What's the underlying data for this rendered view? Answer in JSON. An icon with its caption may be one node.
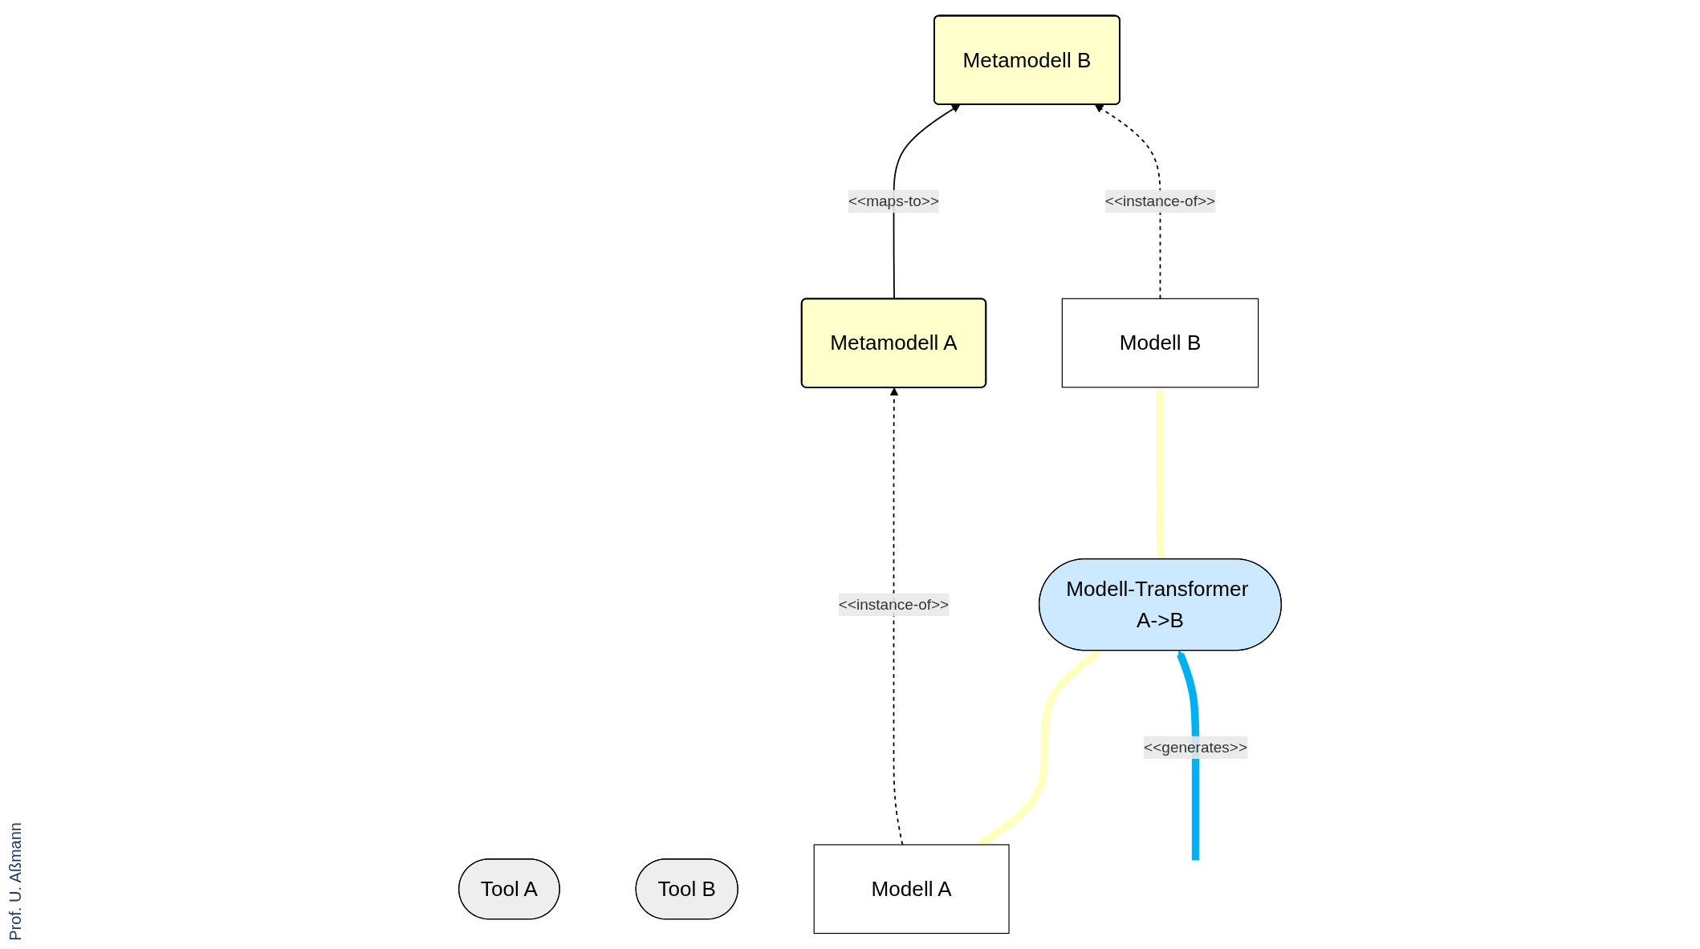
{
  "diagram": {
    "nodes": [
      {
        "text": [
          "Metamodell A"
        ]
      },
      {
        "text": [
          "Metamodell B"
        ]
      },
      {
        "text": [
          "Tool A"
        ]
      },
      {
        "text": [
          "Modell-Transformer A->B"
        ]
      },
      {
        "text": [
          "Tool B"
        ]
      },
      {
        "text": [
          "Modell A"
        ]
      },
      {
        "text": [
          "Modell B"
        ]
      }
    ],
    "edges": [
      {
        "from": 0,
        "to": 1,
        "arrow": "to",
        "label": "<<maps-to>>"
      },
      {
        "from": 5,
        "to": 0,
        "arrow": "to",
        "style": "dashed",
        "label": "<<instance-of>>"
      },
      {
        "from": 6,
        "to": 1,
        "arrow": "to",
        "style": "dashed",
        "label": "<<instance-of>>"
      },
      {
        "from": null,
        "to": 3,
        "arrow": "to",
        "style": "thick",
        "color": "#00b0f0",
        "label": "<<generates>>"
      },
      {
        "from": 5,
        "to": 3,
        "arrow": "to",
        "style": "thick",
        "color": "#ffffc0"
      },
      {
        "from": 3,
        "to": 6,
        "arrow": "to",
        "style": "thick",
        "color": "#ffffc0"
      }
    ],
    "labels": [
      "Prof. U. Aßmann"
    ]
  }
}
